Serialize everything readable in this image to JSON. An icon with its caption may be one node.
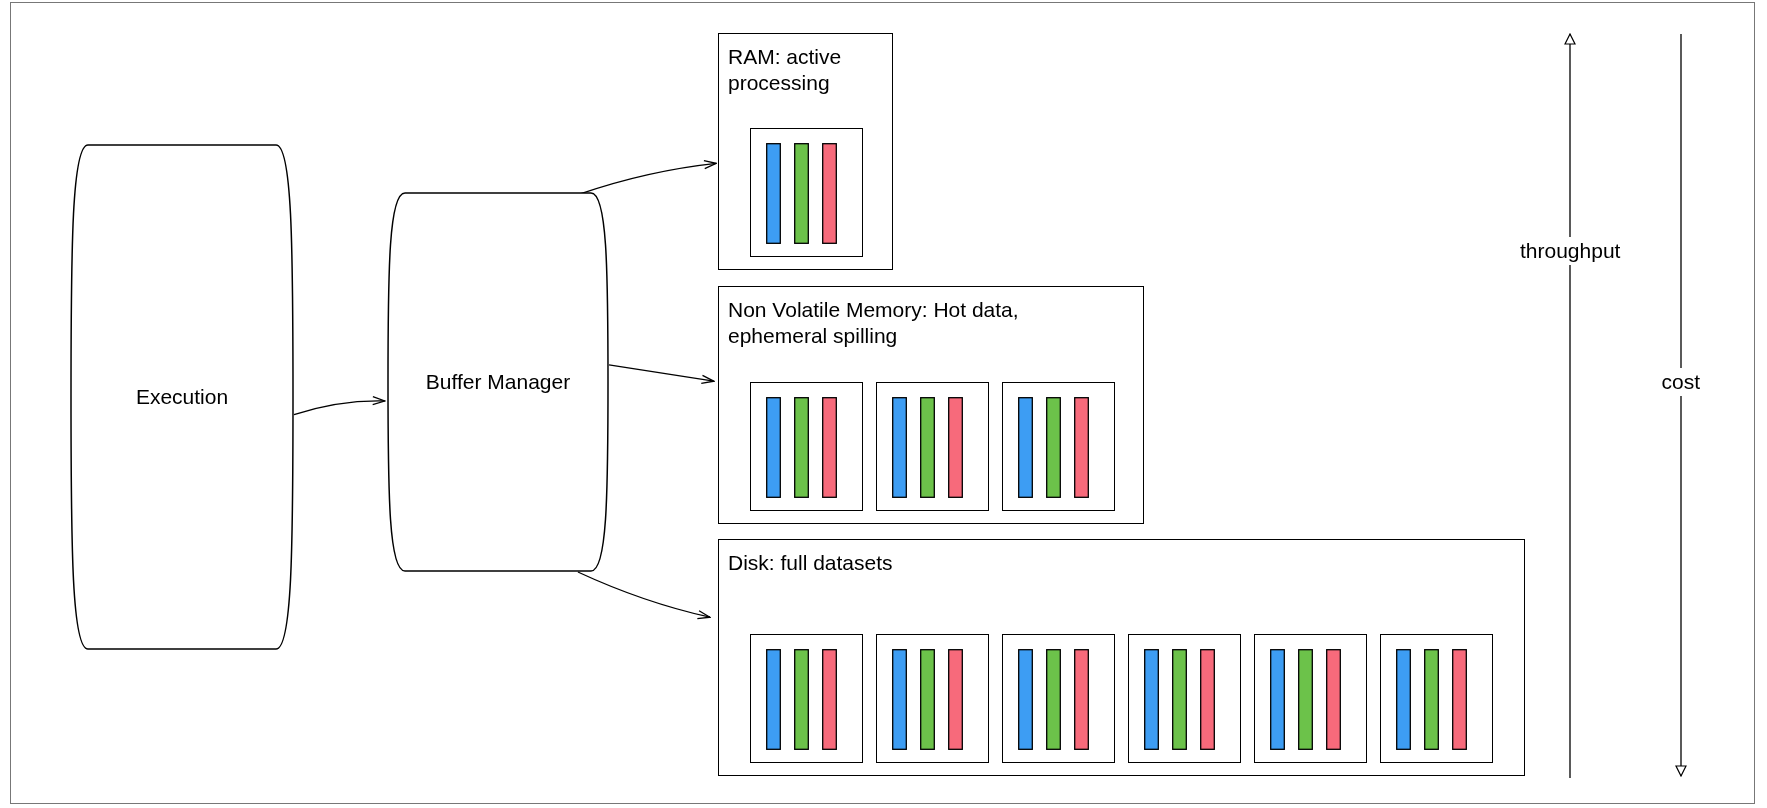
{
  "diagram": {
    "nodes": [
      {
        "text": [
          "Execution"
        ]
      },
      {
        "text": [
          "Buffer Manager"
        ]
      },
      {
        "text": [
          "RAM: active processing"
        ]
      },
      {
        "text": [],
        "shape": "box",
        "in": 2
      },
      {
        "text": [
          "Non Volatile Memory: Hot data, ephemeral spilling"
        ]
      },
      {
        "text": [],
        "shape": "box",
        "in": 4
      },
      {
        "text": [],
        "shape": "box",
        "in": 4
      },
      {
        "text": [],
        "shape": "box",
        "in": 4
      },
      {
        "text": [
          "Disk: full datasets"
        ]
      },
      {
        "text": [],
        "shape": "box",
        "in": 8
      },
      {
        "text": [],
        "shape": "box",
        "in": 8
      },
      {
        "text": [],
        "shape": "box",
        "in": 8
      },
      {
        "text": [],
        "shape": "box",
        "in": 8
      },
      {
        "text": [],
        "shape": "box",
        "in": 8
      },
      {
        "text": [],
        "shape": "box",
        "in": 8
      }
    ],
    "edges": [
      {
        "from": 0,
        "to": 1,
        "arrow": "to"
      },
      {
        "from": 1,
        "to": 2,
        "arrow": "to"
      },
      {
        "from": 1,
        "to": 4,
        "arrow": "to"
      },
      {
        "from": 1,
        "to": 8,
        "arrow": "to"
      }
    ],
    "labels": [
      "throughput",
      "cost"
    ]
  }
}
